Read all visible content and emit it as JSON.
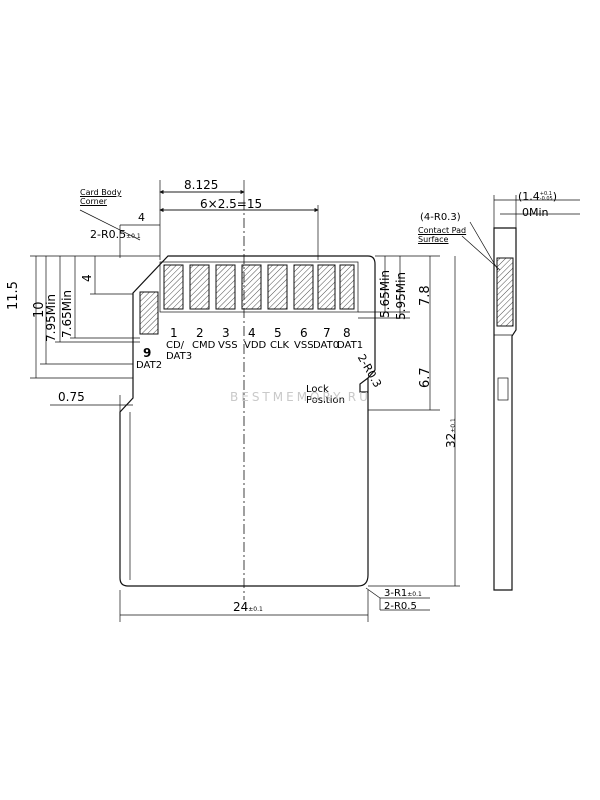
{
  "labels": {
    "card_body_corner": "Card Body\nCorner",
    "dim_8125": "8.125",
    "dim_6x25": "6×2.5=15",
    "dim_4_top": "4",
    "dim_2r05_top": "2-R0.5",
    "tol_01": "±0.1",
    "dim_4_left": "4",
    "dim_765": "7.65Min",
    "dim_795": "7.95Min",
    "dim_10": "10",
    "dim_115": "11.5",
    "dim_075": "0.75",
    "dim_565": "5.65Min",
    "dim_595": "5.95Min",
    "dim_78": "7.8",
    "dim_67": "6.7",
    "dim_32": "32",
    "dim_24": "24",
    "dim_2r03": "2-R0.3",
    "dim_3r1": "3-R1",
    "dim_2r05_bottom": "2-R0.5",
    "lock_position": "Lock\nPosition",
    "dim_14": "(1.4",
    "dim_14_tol": "+0.1\n-0.05",
    "dim_4r03": "(4-R0.3)",
    "dim_0min": "0Min",
    "contact_pad_surface": "Contact Pad\nSurface",
    "watermark": "BESTMEMORY.RU"
  },
  "pins": [
    {
      "num": "1",
      "name": "CD/\nDAT3"
    },
    {
      "num": "2",
      "name": "CMD"
    },
    {
      "num": "3",
      "name": "VSS"
    },
    {
      "num": "4",
      "name": "VDD"
    },
    {
      "num": "5",
      "name": "CLK"
    },
    {
      "num": "6",
      "name": "VSS"
    },
    {
      "num": "7",
      "name": "DAT0"
    },
    {
      "num": "8",
      "name": "DAT1"
    },
    {
      "num": "9",
      "name": "DAT2"
    }
  ]
}
